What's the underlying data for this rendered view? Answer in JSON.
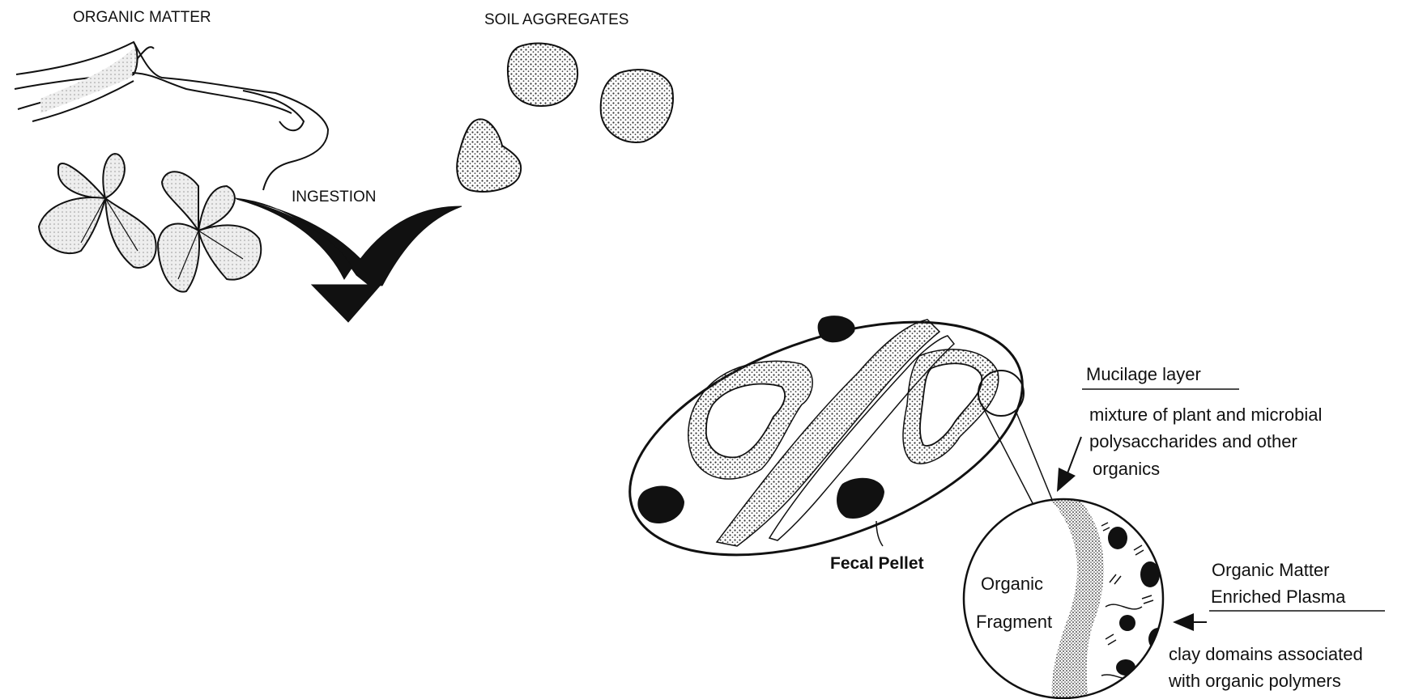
{
  "labels": {
    "organic_matter": "ORGANIC MATTER",
    "soil_aggregates": "SOIL AGGREGATES",
    "ingestion": "INGESTION",
    "fecal_pellet": "Fecal Pellet",
    "organic": "Organic",
    "fragment": "Fragment",
    "mucilage_title": "Mucilage layer",
    "mucilage_desc": [
      "mixture of plant and microbial",
      "polysaccharides and other",
      "organics"
    ],
    "plasma_title": [
      "Organic Matter",
      "Enriched Plasma"
    ],
    "plasma_desc": [
      "clay domains associated",
      "with organic polymers"
    ]
  },
  "colors": {
    "ink": "#111111",
    "stipple": "#555555",
    "leaf_fill": "#dcdcdc"
  }
}
